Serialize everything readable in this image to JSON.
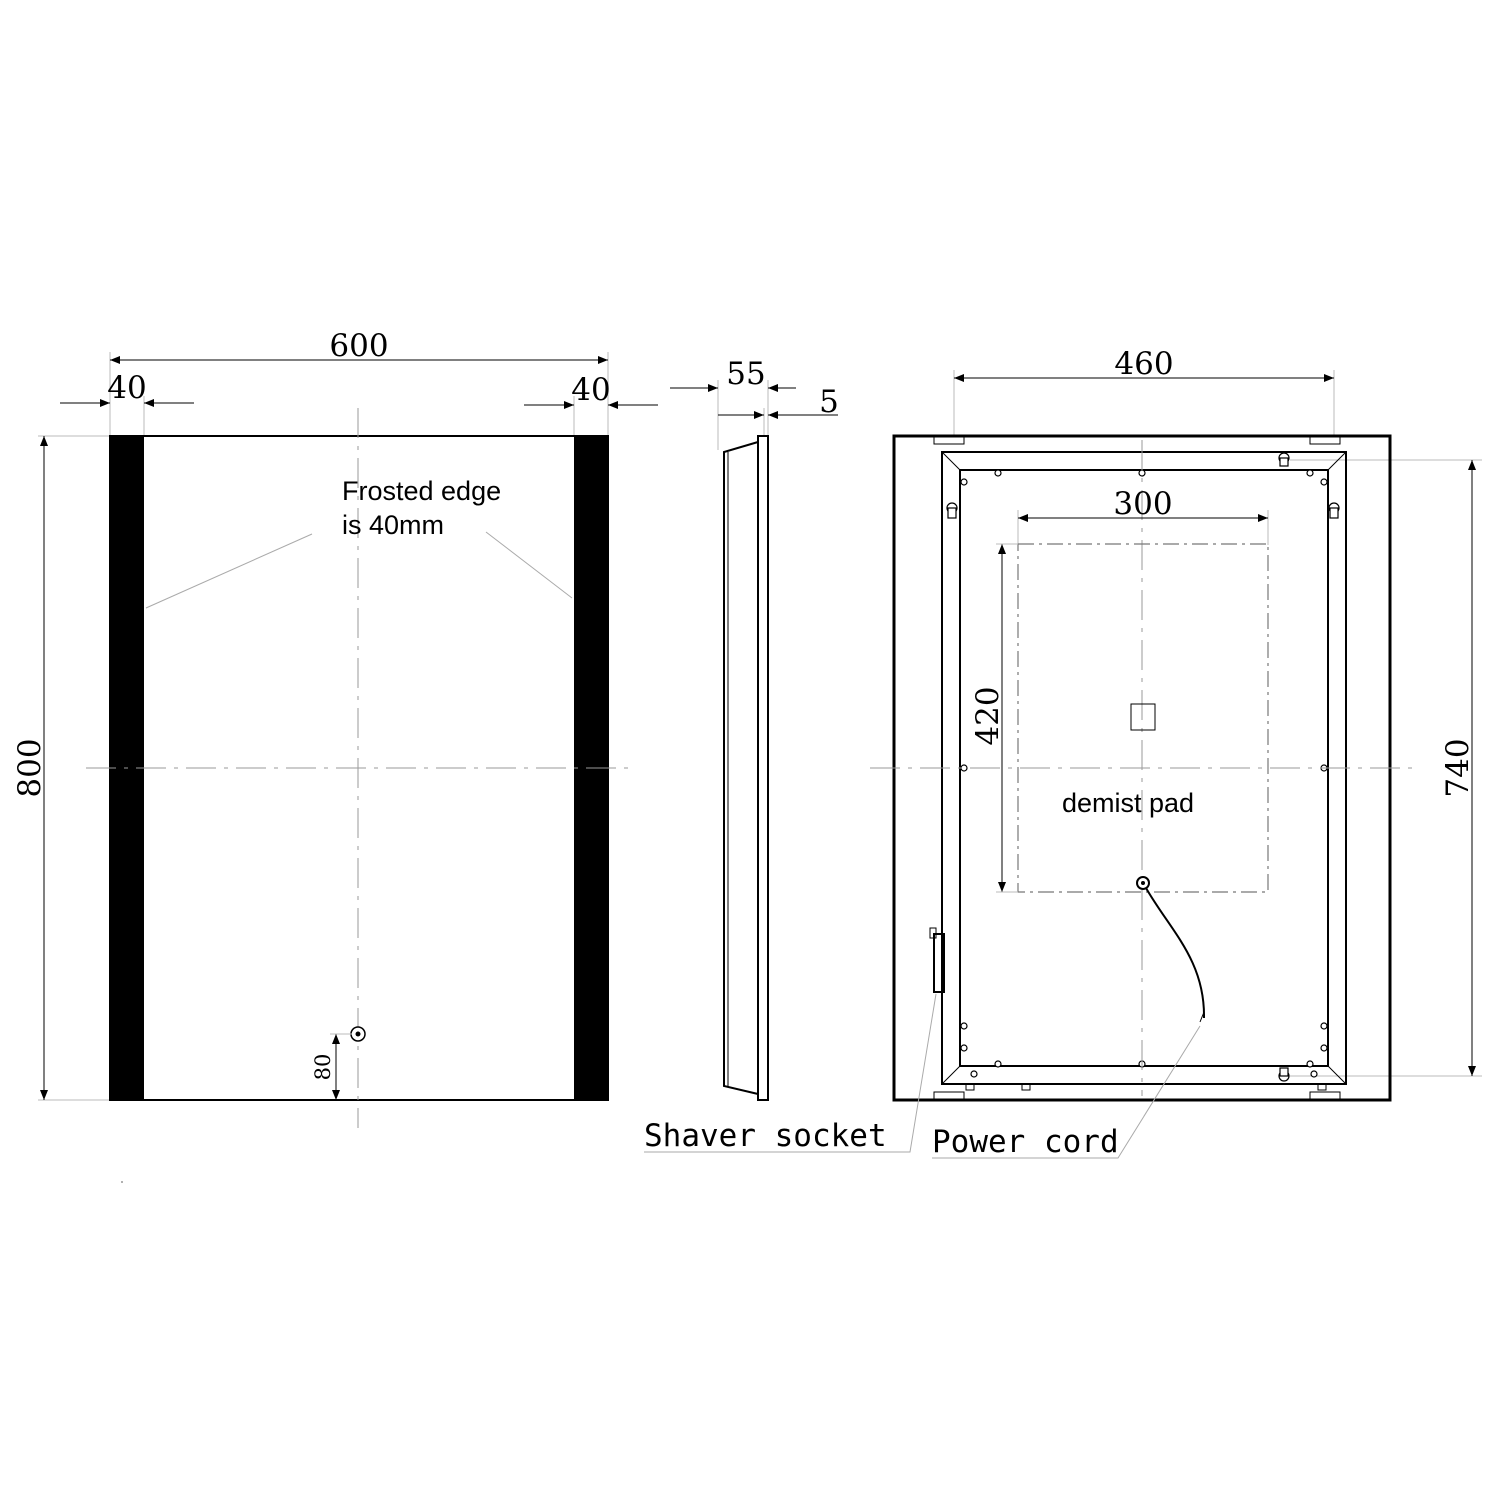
{
  "front_view": {
    "width_label": "600",
    "left_edge_label": "40",
    "right_edge_label": "40",
    "height_label": "800",
    "frosted_note_line1": "Frosted edge",
    "frosted_note_line2": "is 40mm",
    "switch_offset_label": "80"
  },
  "side_view": {
    "depth_label": "55",
    "glass_label": "5"
  },
  "back_view": {
    "mount_width_label": "460",
    "pad_width_label": "300",
    "pad_height_label": "420",
    "mount_height_label": "740",
    "pad_label": "demist pad"
  },
  "callouts": {
    "shaver_socket": "Shaver socket",
    "power_cord": "Power cord"
  }
}
